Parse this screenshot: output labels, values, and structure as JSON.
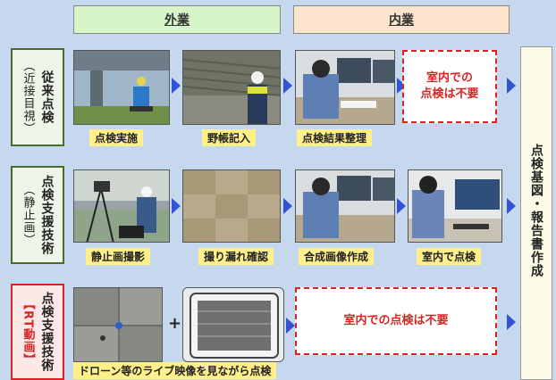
{
  "headers": {
    "outside": "外業",
    "inside": "内業"
  },
  "rows": [
    {
      "title": "従来点検",
      "subtitle": "（近接目視）"
    },
    {
      "title": "点検支援技術",
      "subtitle": "（静止画）"
    },
    {
      "title": "点検支援技術",
      "subtitle": "【RT動画】"
    }
  ],
  "captions": {
    "r1c1": "点検実施",
    "r1c2": "野帳記入",
    "r1c3": "点検結果整理",
    "r1box": "室内での\n点検は不要",
    "r2c1": "静止画撮影",
    "r2c2": "撮り漏れ確認",
    "r2c3": "合成画像作成",
    "r2c4": "室内で点検",
    "r3box": "室内での点検は不要",
    "r3bottom": "ドローン等のライブ映像を見ながら点検",
    "plus": "+"
  },
  "final": "点検基図・報告書作成",
  "colors": {
    "arrow": "#3353d6",
    "dashed_red": "#d22222",
    "caption_yellow": "#fff08a"
  }
}
